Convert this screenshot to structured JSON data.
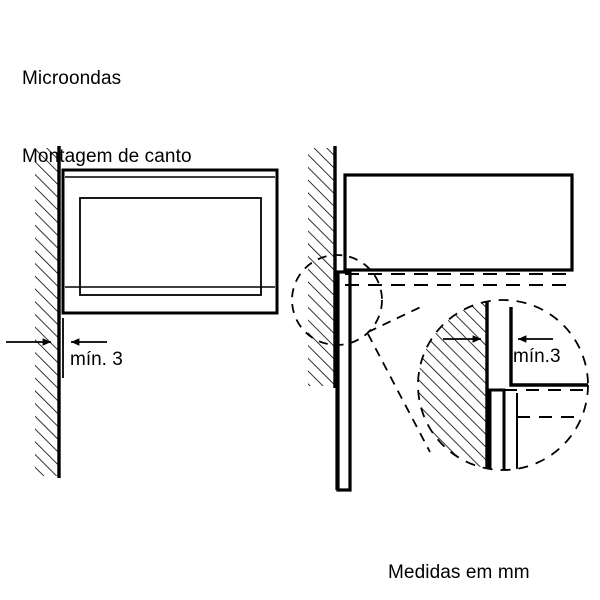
{
  "document": {
    "title_lines": [
      "Microondas",
      "Montagem de canto"
    ],
    "footer_note": "Medidas em mm",
    "ink_color": "#000000",
    "background_color": "#ffffff"
  },
  "diagrams": {
    "front_view": {
      "name": "front-elevation-corner-mount",
      "wall": {
        "label": "hatched-wall",
        "hatch_style": "diagonal"
      },
      "appliance": {
        "label": "microwave-front-outline"
      },
      "dimension": {
        "label": "mín. 3",
        "value": 3,
        "unit": "mm",
        "qualifier": "mín."
      }
    },
    "plan_view": {
      "name": "plan-view-corner-mount",
      "wall": {
        "label": "hatched-wall",
        "hatch_style": "diagonal"
      },
      "appliance": {
        "label": "microwave-body-outline"
      },
      "detail_circle": {
        "label": "detail-callout-circle"
      },
      "magnified_detail": {
        "label": "magnified-detail-circle",
        "dimension": {
          "label": "mín.3",
          "value": 3,
          "unit": "mm",
          "qualifier": "mín."
        }
      }
    }
  },
  "icons": {
    "arrow_right": "arrow-right-icon",
    "arrow_left": "arrow-left-icon"
  }
}
